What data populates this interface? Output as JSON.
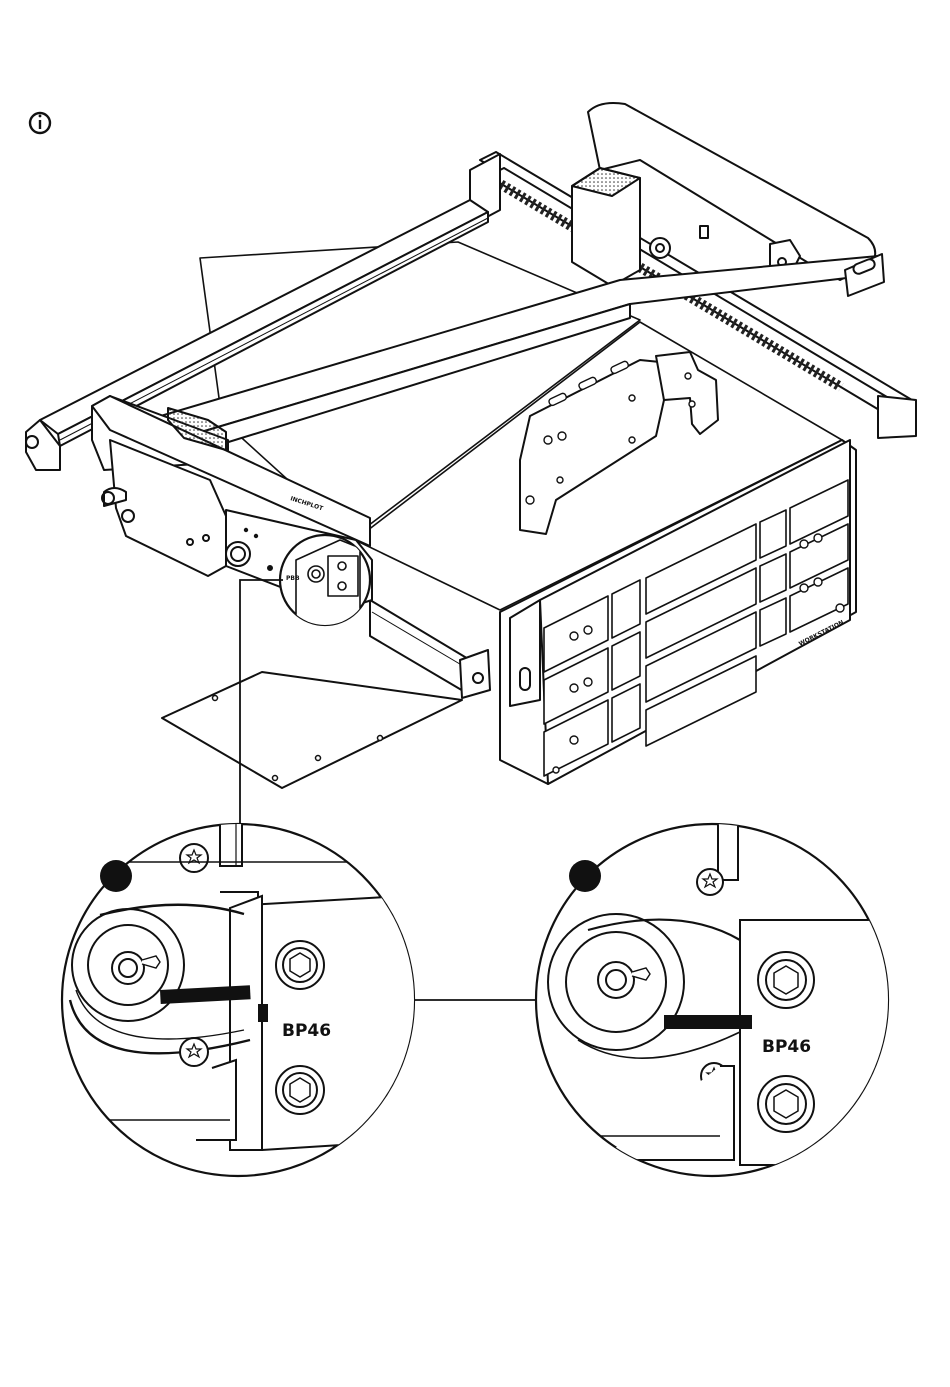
{
  "info_icon": "info-icon",
  "detail_left": {
    "label": "BP46",
    "marker": "filled-circle"
  },
  "detail_right": {
    "label": "BP46",
    "marker": "filled-circle"
  },
  "machine_text": {
    "brand": "INCHPLOT",
    "workstation": "WORKSTATION",
    "port": "PBB"
  },
  "colors": {
    "line": "#1a1a1a",
    "fill_light": "#f2f2f2",
    "background": "#ffffff"
  }
}
